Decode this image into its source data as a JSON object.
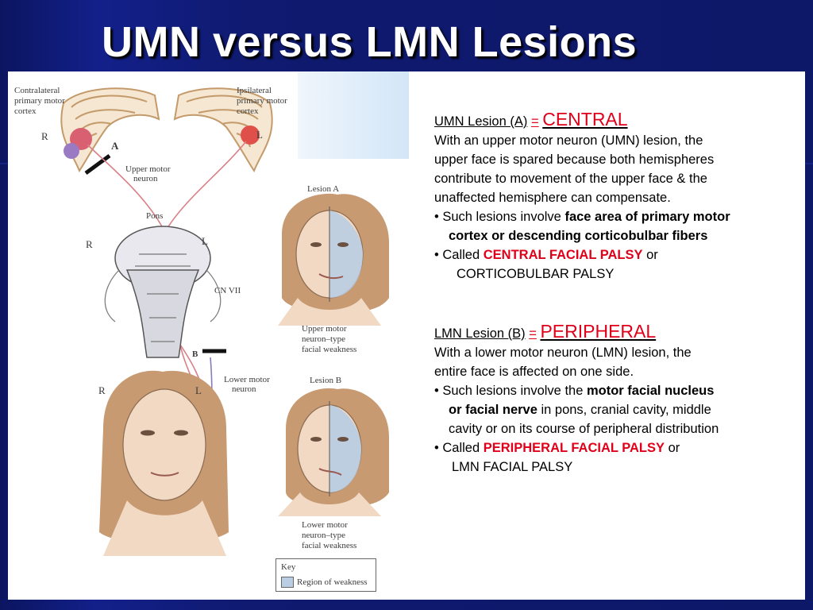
{
  "title": "UMN versus LMN Lesions",
  "figure": {
    "labels": {
      "contralateral": "Contralateral",
      "primary_motor_l": "primary motor",
      "cortex_l": "cortex",
      "ipsilateral": "Ipsilateral",
      "primary_motor_r": "primary motor",
      "cortex_r": "cortex",
      "r_top": "R",
      "l_top": "L",
      "a_marker": "A",
      "upper_motor": "Upper motor",
      "neuron": "neuron",
      "lesion_a": "Lesion A",
      "pons": "Pons",
      "r_mid": "R",
      "l_mid": "L",
      "cn7": "CN VII",
      "umn_caption_1": "Upper motor",
      "umn_caption_2": "neuron–type",
      "umn_caption_3": "facial weakness",
      "b_marker": "B",
      "lower_motor": "Lower motor",
      "lower_neuron": "neuron",
      "lesion_b": "Lesion B",
      "r_bottom": "R",
      "l_bottom": "L",
      "lmn_caption_1": "Lower motor",
      "lmn_caption_2": "neuron–type",
      "lmn_caption_3": "facial weakness",
      "key": "Key",
      "key_region": "Region of weakness"
    }
  },
  "umn": {
    "heading": "UMN Lesion (A)",
    "eq": "=",
    "type": "CENTRAL",
    "desc": [
      "With an upper motor neuron (UMN) lesion, the",
      "upper face is spared because both hemispheres",
      "contribute to movement of the upper face & the",
      "unaffected hemisphere can compensate."
    ],
    "b1_pre": "• Such lesions involve ",
    "b1_bold1": "face area of primary motor",
    "b1_bold2": "cortex or descending corticobulbar fibers",
    "b2_pre": "• Called ",
    "b2_red": "CENTRAL FACIAL PALSY",
    "b2_post": " or",
    "b2_line2": "CORTICOBULBAR PALSY"
  },
  "lmn": {
    "heading": "LMN Lesion (B)",
    "eq": "=",
    "type": "PERIPHERAL",
    "desc": [
      "With a lower motor neuron (LMN) lesion, the",
      "entire face is affected on one side."
    ],
    "b1_pre": "• Such lesions involve the ",
    "b1_bold1": "motor facial nucleus",
    "b1_bold2": "or facial nerve",
    "b1_post2": " in pons, cranial cavity, middle",
    "b1_line3": "cavity or on its course of peripheral distribution",
    "b2_pre": "• Called ",
    "b2_red": "PERIPHERAL FACIAL PALSY",
    "b2_post": " or",
    "b2_line2": "LMN FACIAL PALSY"
  },
  "colors": {
    "background": "#0f1a70",
    "red": "#e0001a",
    "weakness": "#b9cde3"
  }
}
